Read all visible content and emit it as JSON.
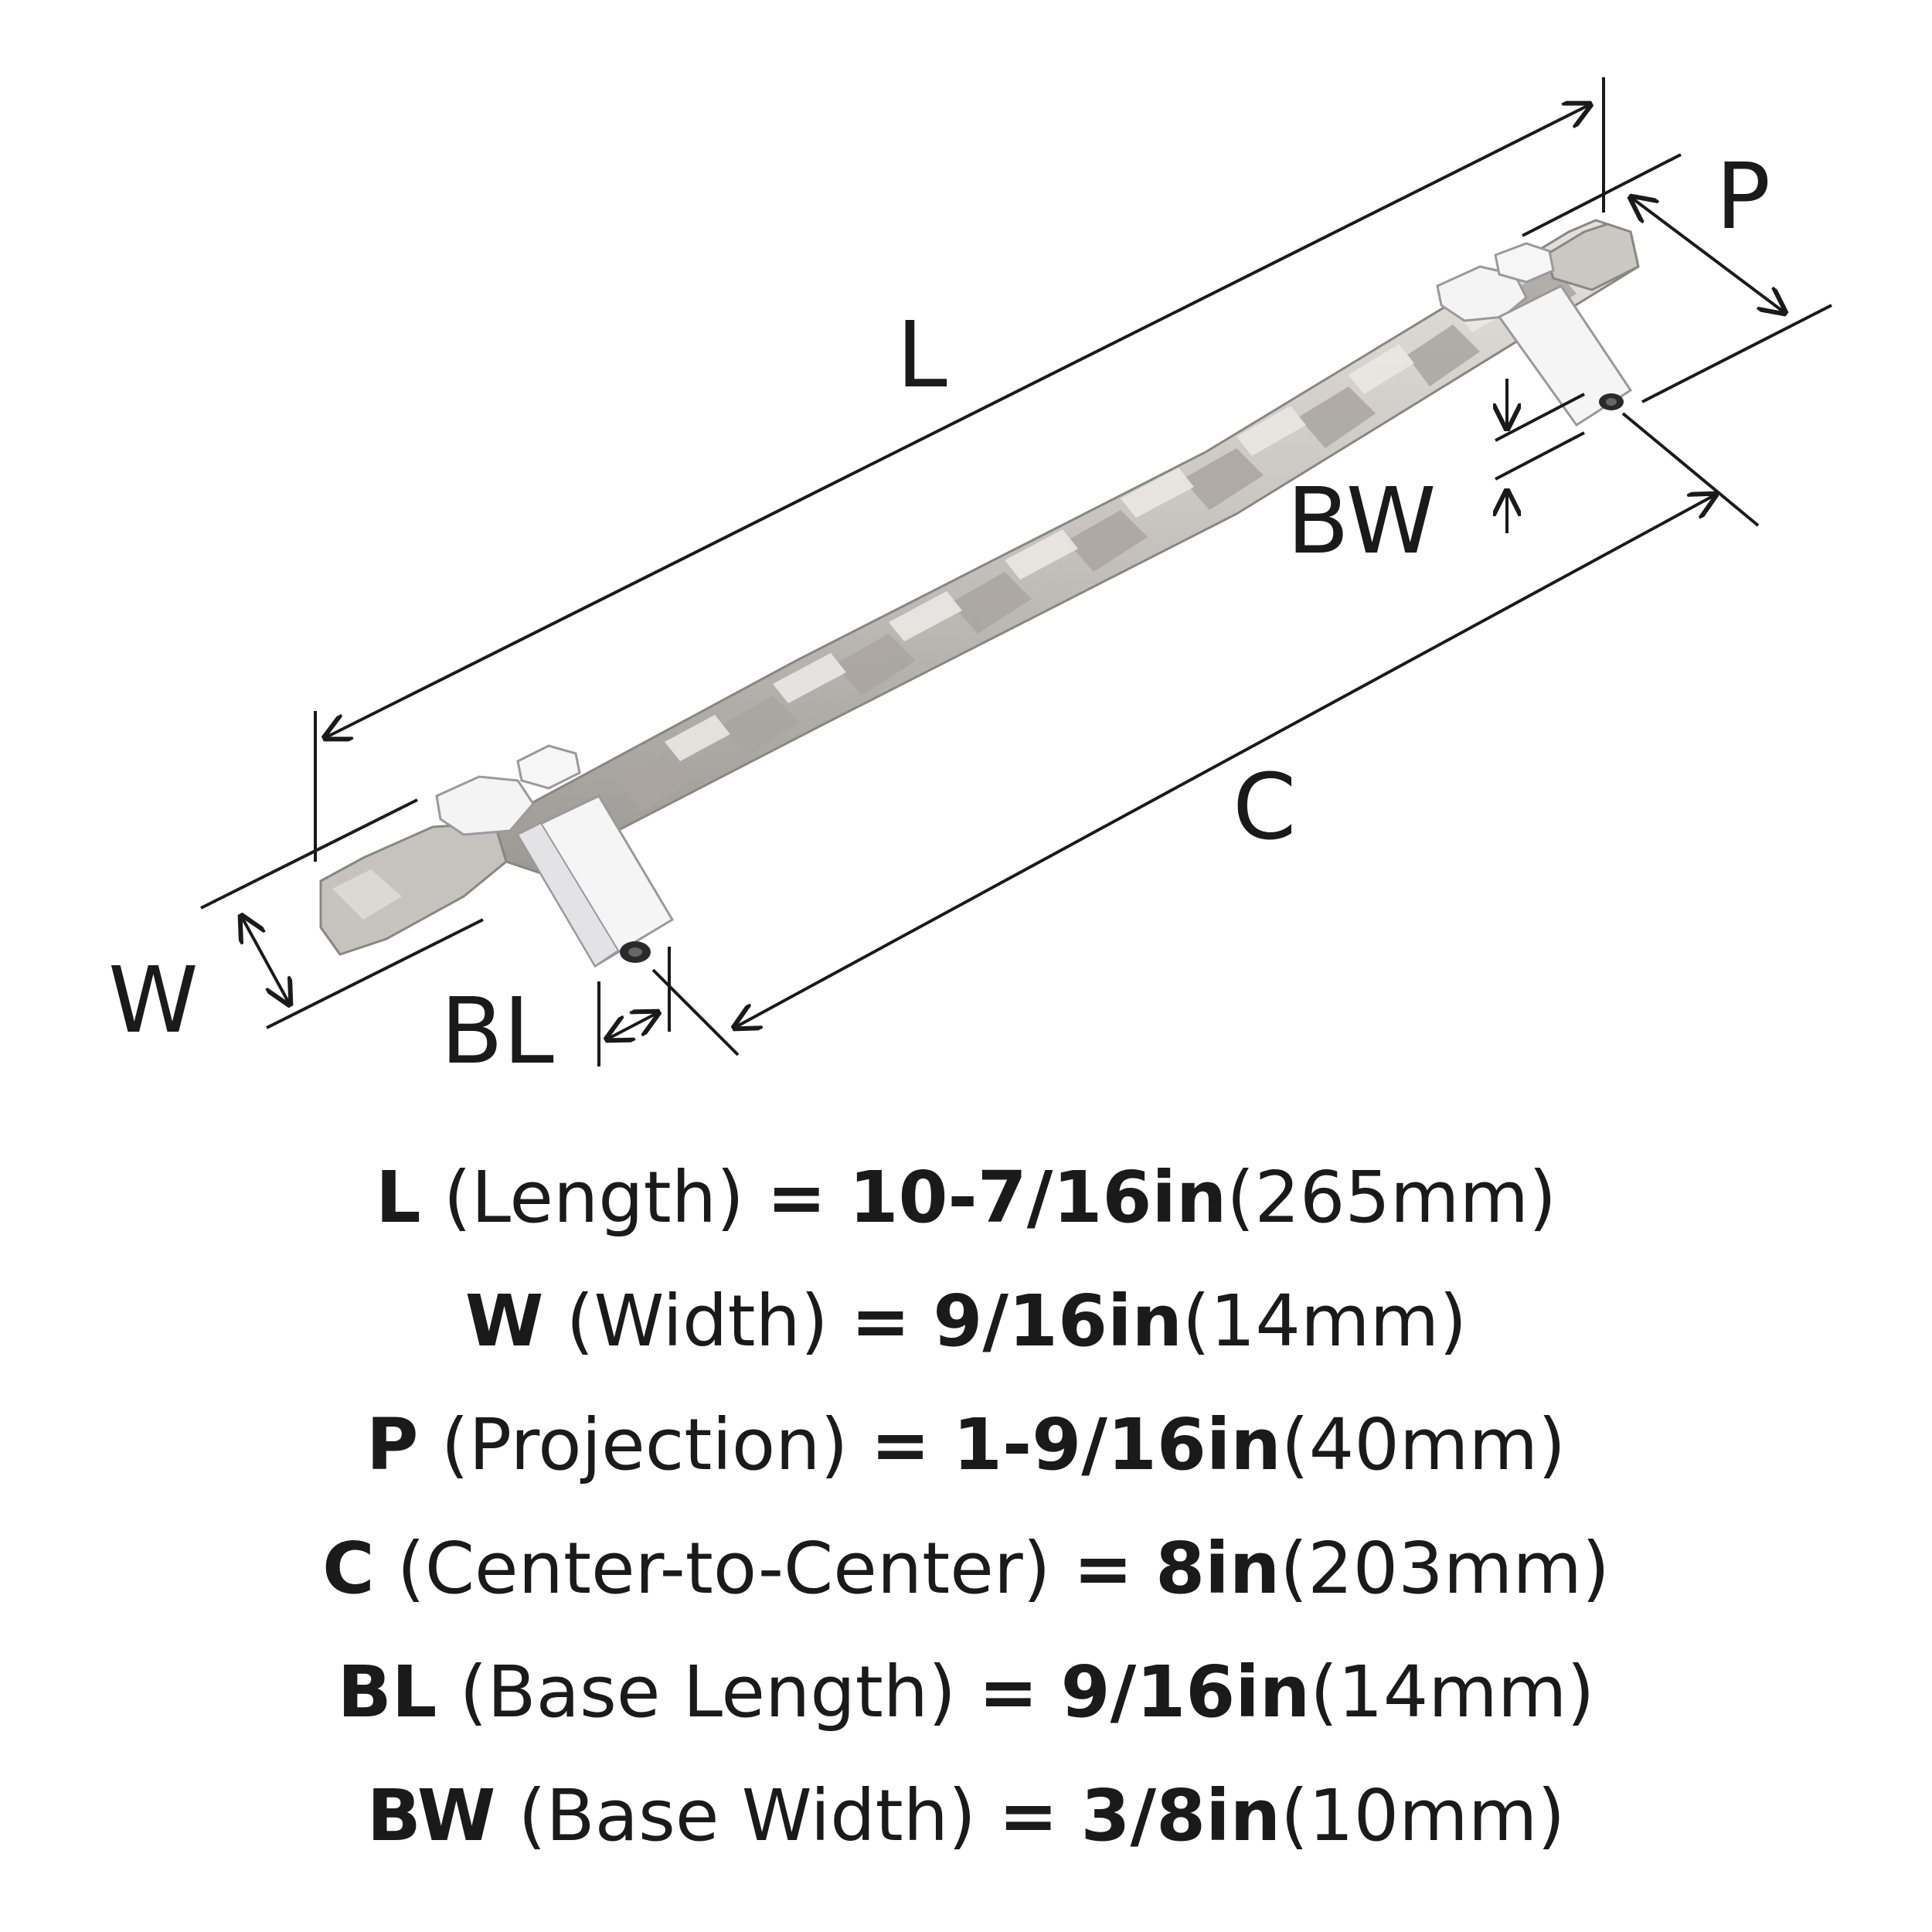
{
  "diagram": {
    "labels": {
      "L": "L",
      "W": "W",
      "P": "P",
      "C": "C",
      "BL": "BL",
      "BW": "BW"
    },
    "colors": {
      "line": "#1a1a1a",
      "handle_light": "#d9d6d2",
      "handle_mid": "#b7b3ae",
      "handle_dark": "#8e8a86",
      "base_chrome": "#f3f3f4",
      "base_edge": "#9a9a9c"
    }
  },
  "specs": [
    {
      "code": "L",
      "desc": "(Length)",
      "eq": "=",
      "imperial": "10-7/16in",
      "metric": "(265mm)"
    },
    {
      "code": "W",
      "desc": "(Width)",
      "eq": "=",
      "imperial": "9/16in",
      "metric": "(14mm)"
    },
    {
      "code": "P",
      "desc": "(Projection)",
      "eq": "=",
      "imperial": "1-9/16in",
      "metric": "(40mm)"
    },
    {
      "code": "C",
      "desc": "(Center-to-Center)",
      "eq": "=",
      "imperial": "8in",
      "metric": "(203mm)"
    },
    {
      "code": "BL",
      "desc": "(Base Length)",
      "eq": "=",
      "imperial": "9/16in",
      "metric": "(14mm)"
    },
    {
      "code": "BW",
      "desc": "(Base Width)",
      "eq": "=",
      "imperial": "3/8in",
      "metric": "(10mm)"
    }
  ]
}
